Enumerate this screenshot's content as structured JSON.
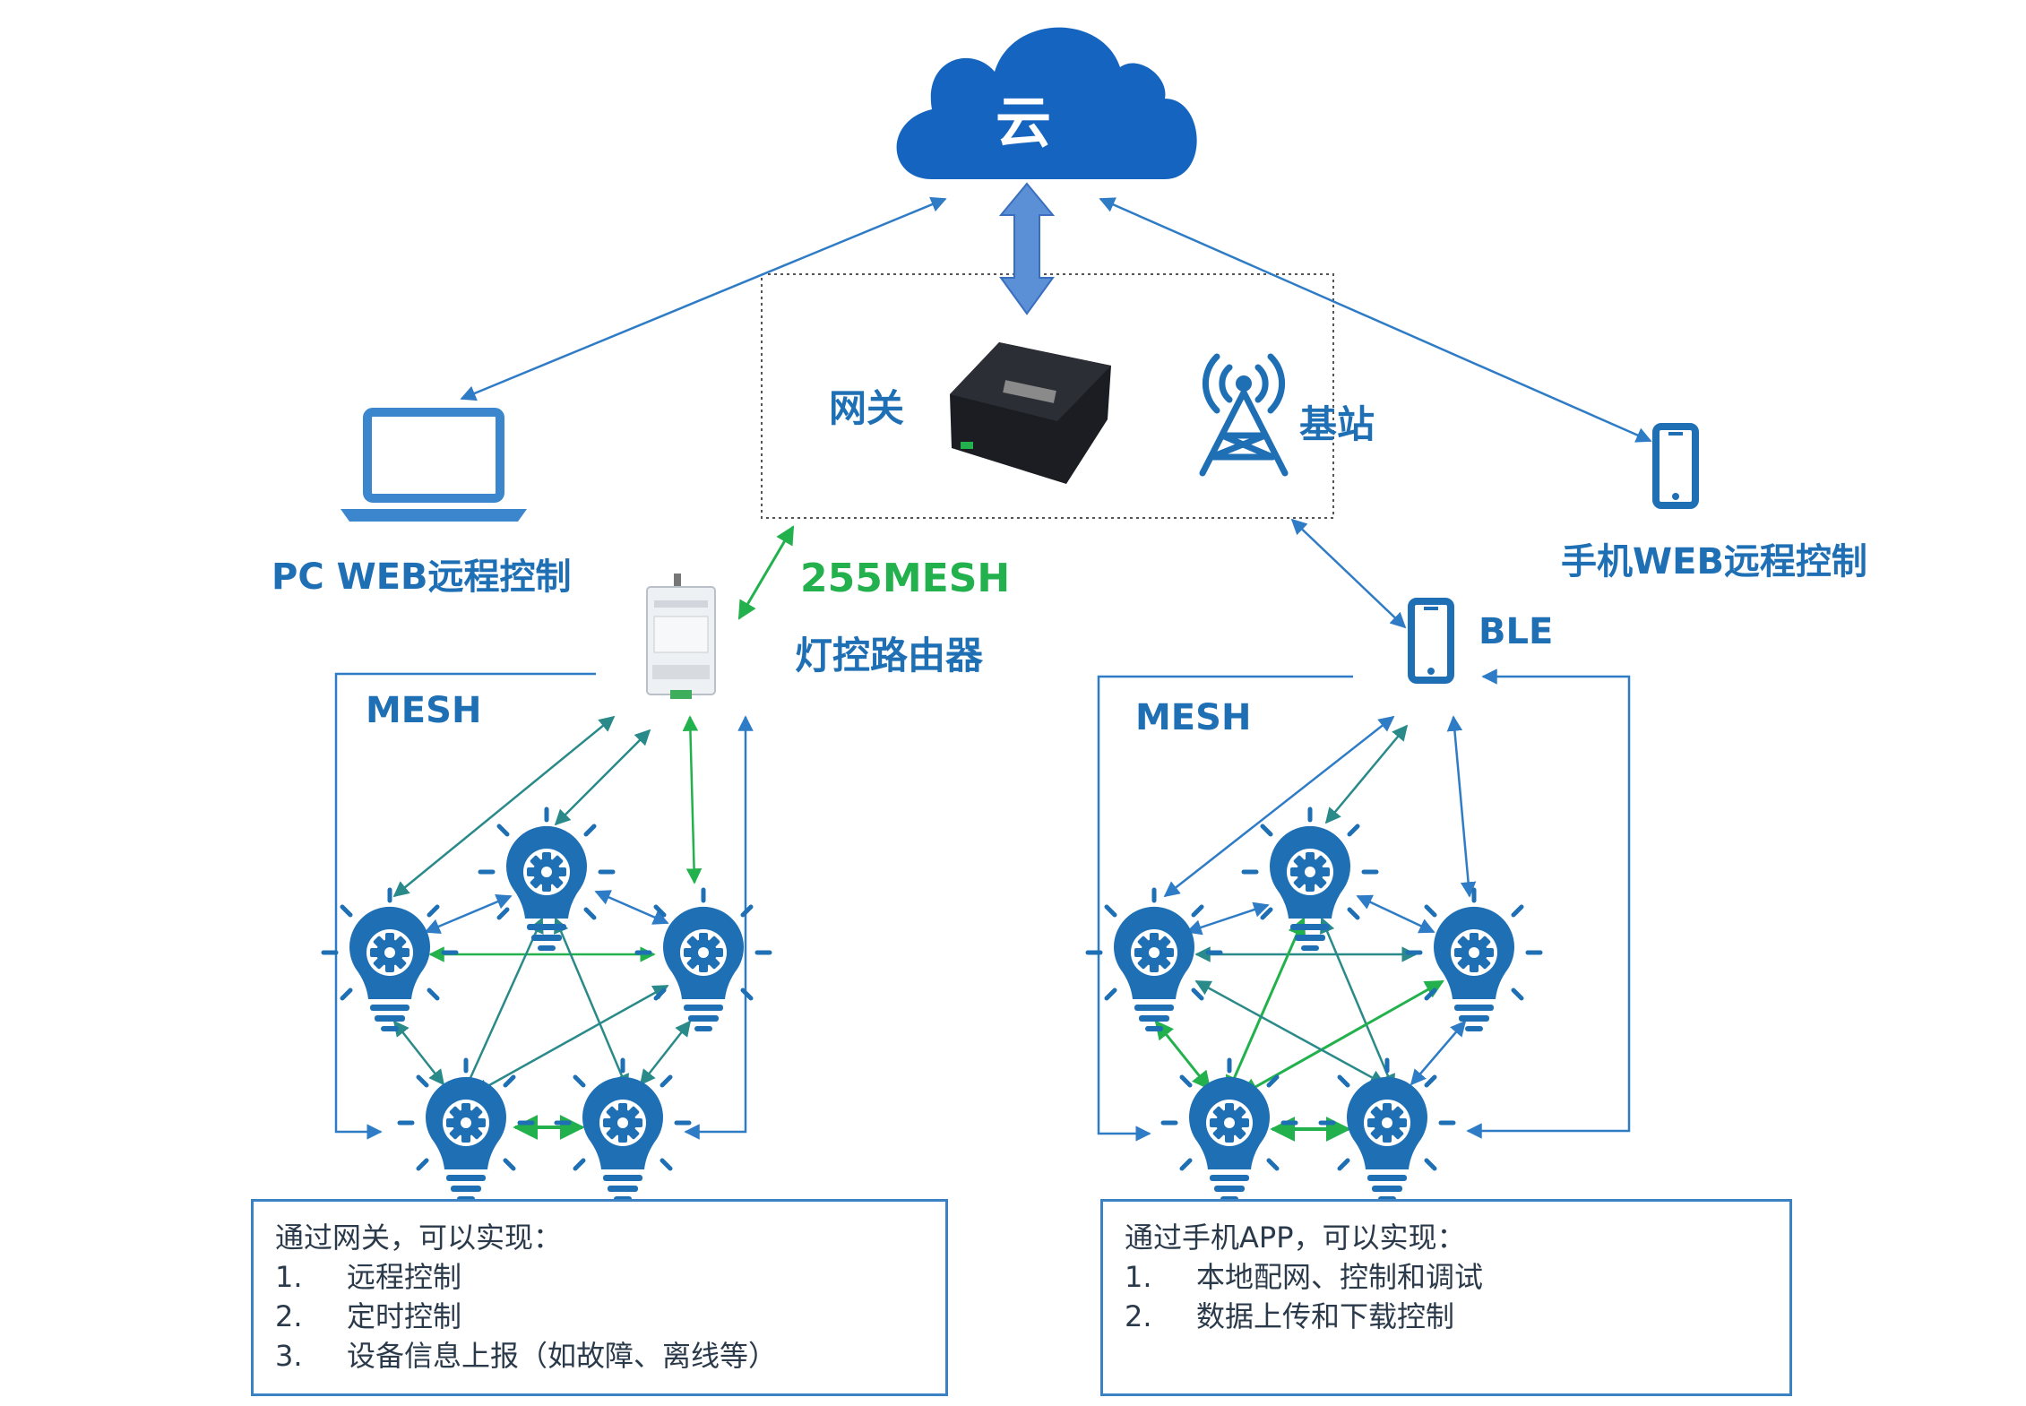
{
  "colors": {
    "blue": "#1f6fb5",
    "line_blue": "#2f7cc6",
    "teal": "#2a8a8a",
    "green": "#22b14c",
    "cloud": "#1565c0",
    "box_border": "#3b82c4"
  },
  "cloud": {
    "label": "云",
    "icon": "cloud-icon"
  },
  "gateway": {
    "label": "网关",
    "icon": "gateway-device-icon"
  },
  "base_station": {
    "label": "基站",
    "icon": "antenna-tower-icon"
  },
  "pc": {
    "label": "PC WEB远程控制",
    "icon": "laptop-icon"
  },
  "phone_remote": {
    "label": "手机WEB远程控制",
    "icon": "smartphone-icon"
  },
  "router": {
    "protocol": "255MESH",
    "label": "灯控路由器",
    "icon": "din-rail-router-icon"
  },
  "ble": {
    "label": "BLE",
    "icon": "smartphone-icon"
  },
  "mesh_left": {
    "label": "MESH",
    "node_icon": "smart-bulb-icon"
  },
  "mesh_right": {
    "label": "MESH",
    "node_icon": "smart-bulb-icon"
  },
  "info_left": {
    "title": "通过网关，可以实现：",
    "items": [
      {
        "num": "1.",
        "text": "远程控制"
      },
      {
        "num": "2.",
        "text": "定时控制"
      },
      {
        "num": "3.",
        "text": "设备信息上报（如故障、离线等）"
      }
    ]
  },
  "info_right": {
    "title": "通过手机APP，可以实现：",
    "items": [
      {
        "num": "1.",
        "text": "本地配网、控制和调试"
      },
      {
        "num": "2.",
        "text": "数据上传和下载控制"
      }
    ]
  }
}
